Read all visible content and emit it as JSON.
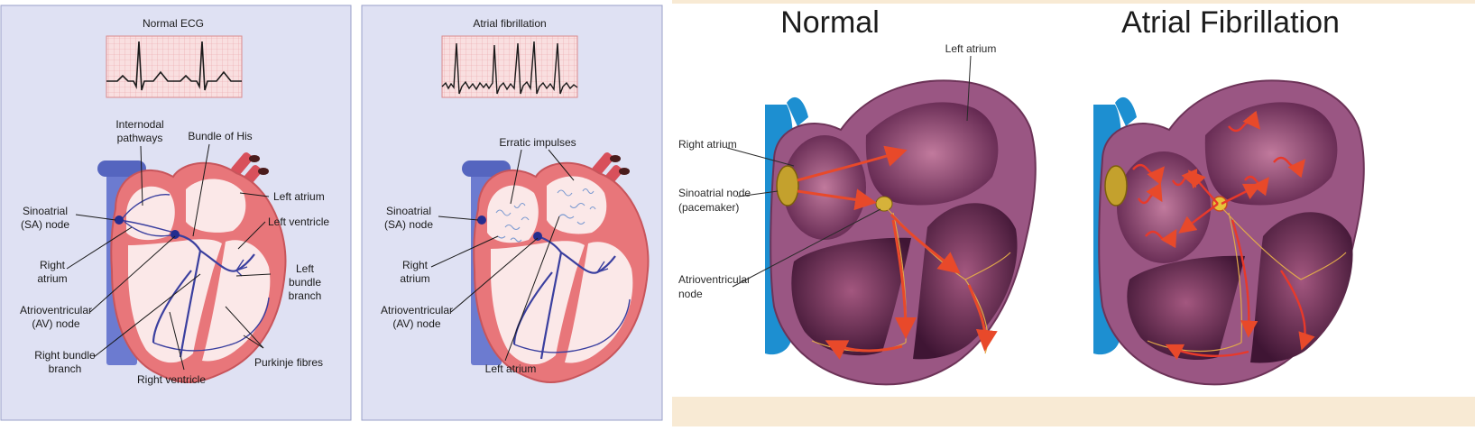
{
  "left_panel": {
    "title": "Normal ECG",
    "labels": {
      "internodal_1": "Internodal",
      "internodal_2": "pathways",
      "bundle_his": "Bundle of His",
      "left_atrium": "Left atrium",
      "left_ventricle": "Left ventricle",
      "sa_1": "Sinoatrial",
      "sa_2": "(SA) node",
      "right_atrium_1": "Right",
      "right_atrium_2": "atrium",
      "left_bundle_1": "Left",
      "left_bundle_2": "bundle",
      "left_bundle_3": "branch",
      "av_1": "Atrioventricular",
      "av_2": "(AV) node",
      "right_bundle_1": "Right bundle",
      "right_bundle_2": "branch",
      "purkinje": "Purkinje fibres",
      "right_ventricle": "Right ventricle"
    }
  },
  "middle_panel": {
    "title": "Atrial fibrillation",
    "labels": {
      "erratic": "Erratic impulses",
      "sa_1": "Sinoatrial",
      "sa_2": "(SA) node",
      "right_atrium_1": "Right",
      "right_atrium_2": "atrium",
      "av_1": "Atrioventricular",
      "av_2": "(AV) node",
      "left_atrium": "Left atrium"
    }
  },
  "right_panel": {
    "title_normal": "Normal",
    "title_af": "Atrial Fibrillation",
    "labels": {
      "left_atrium": "Left atrium",
      "right_atrium": "Right atrium",
      "sa_1": "Sinoatrial node",
      "sa_2": "(pacemaker)",
      "av_1": "Atrioventricular",
      "av_2": "node"
    }
  },
  "colors": {
    "panel_bg": "#dfe1f3",
    "ecg_bg": "#f9dfe0",
    "heart_wall": "#e8767a",
    "heart_inner": "#fbe8e8",
    "vessel_blue": "#6c7bd0",
    "realistic_muscle": "#8f4f78",
    "realistic_chamber": "#4a1d3e"
  }
}
